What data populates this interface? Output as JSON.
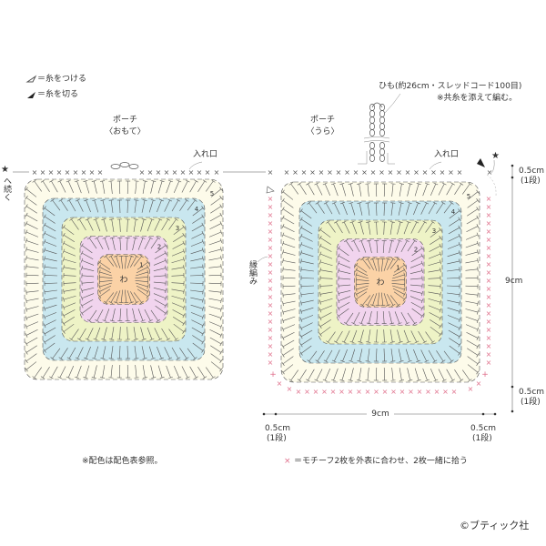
{
  "legend": {
    "attach_yarn": "＝糸をつける",
    "cut_yarn": "＝糸を切る",
    "attach_icon": "open-triangle-icon",
    "cut_icon": "filled-triangle-icon"
  },
  "front": {
    "title": "ポーチ",
    "subtitle": "〈おもて〉",
    "opening": "入れ口",
    "continue_mark": "★",
    "continue_text": "へ続く"
  },
  "back": {
    "title": "ポーチ",
    "subtitle": "〈うら〉",
    "opening": "入れ口",
    "star": "★",
    "edging_label": "縁編み"
  },
  "cord": {
    "label": "ひも(約26cm・スレッドコード100目)",
    "note": "※共糸を添えて編む。"
  },
  "motif": {
    "center_label": "わ",
    "round_numbers": [
      "1",
      "2",
      "3",
      "4",
      "5"
    ],
    "round_colors": [
      "#fbd2a6",
      "#f1d4ee",
      "#eef3c6",
      "#c9e7ef",
      "#fdfbea"
    ]
  },
  "dimensions": {
    "height": "9cm",
    "width": "9cm",
    "border_top": "0.5cm",
    "border_top_rows": "(1段)",
    "border_bottom": "0.5cm",
    "border_bottom_rows": "(1段)",
    "border_left": "0.5cm",
    "border_left_rows": "(1段)",
    "border_right": "0.5cm",
    "border_right_rows": "(1段)"
  },
  "notes": {
    "color_note": "※配色は配色表参照。",
    "pink_x_symbol": "×",
    "pink_x_note": "＝モチーフ2枚を外表に合わせ、2枚一緒に拾う"
  },
  "copyright": "©ブティック社",
  "colors": {
    "line": "#555555",
    "pink": "#e0708c"
  }
}
